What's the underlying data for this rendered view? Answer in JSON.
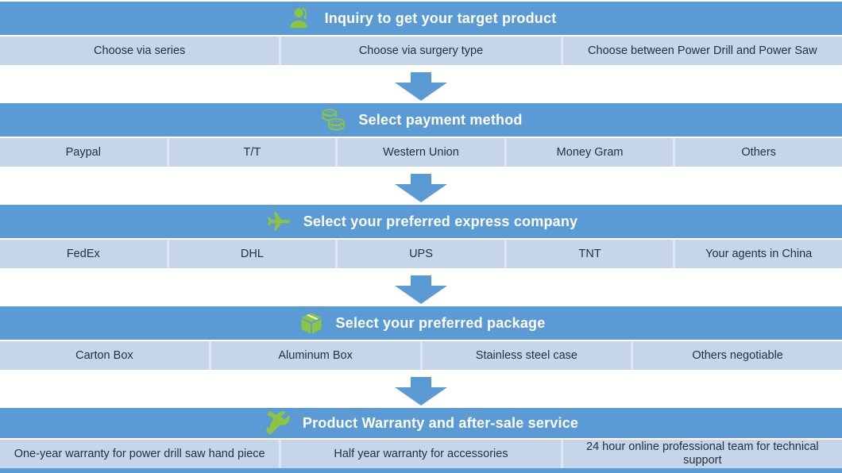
{
  "colors": {
    "header_blue": "#5b9bd5",
    "row_blue": "#c6d5ea",
    "divider_blue": "#dde7f5",
    "arrow_blue": "#5b9bd5",
    "icon_green": "#8ec440",
    "header_text": "#ffffff",
    "option_text": "#24303e"
  },
  "sections": [
    {
      "title": "Inquiry to get your target product",
      "icon": "support-agent-icon",
      "options": [
        "Choose via series",
        "Choose via surgery type",
        "Choose between Power Drill and Power Saw"
      ]
    },
    {
      "title": "Select payment method",
      "icon": "coins-icon",
      "options": [
        "Paypal",
        "T/T",
        "Western Union",
        "Money Gram",
        "Others"
      ]
    },
    {
      "title": "Select your preferred express company",
      "icon": "airplane-icon",
      "options": [
        "FedEx",
        "DHL",
        "UPS",
        "TNT",
        "Your agents in China"
      ]
    },
    {
      "title": "Select your preferred package",
      "icon": "package-box-icon",
      "options": [
        "Carton Box",
        "Aluminum Box",
        "Stainless steel case",
        "Others negotiable"
      ]
    },
    {
      "title": "Product Warranty and after-sale service",
      "icon": "tools-icon",
      "options": [
        "One-year warranty for power drill saw hand piece",
        "Half year warranty for accessories",
        "24 hour online professional team for technical support"
      ]
    }
  ]
}
